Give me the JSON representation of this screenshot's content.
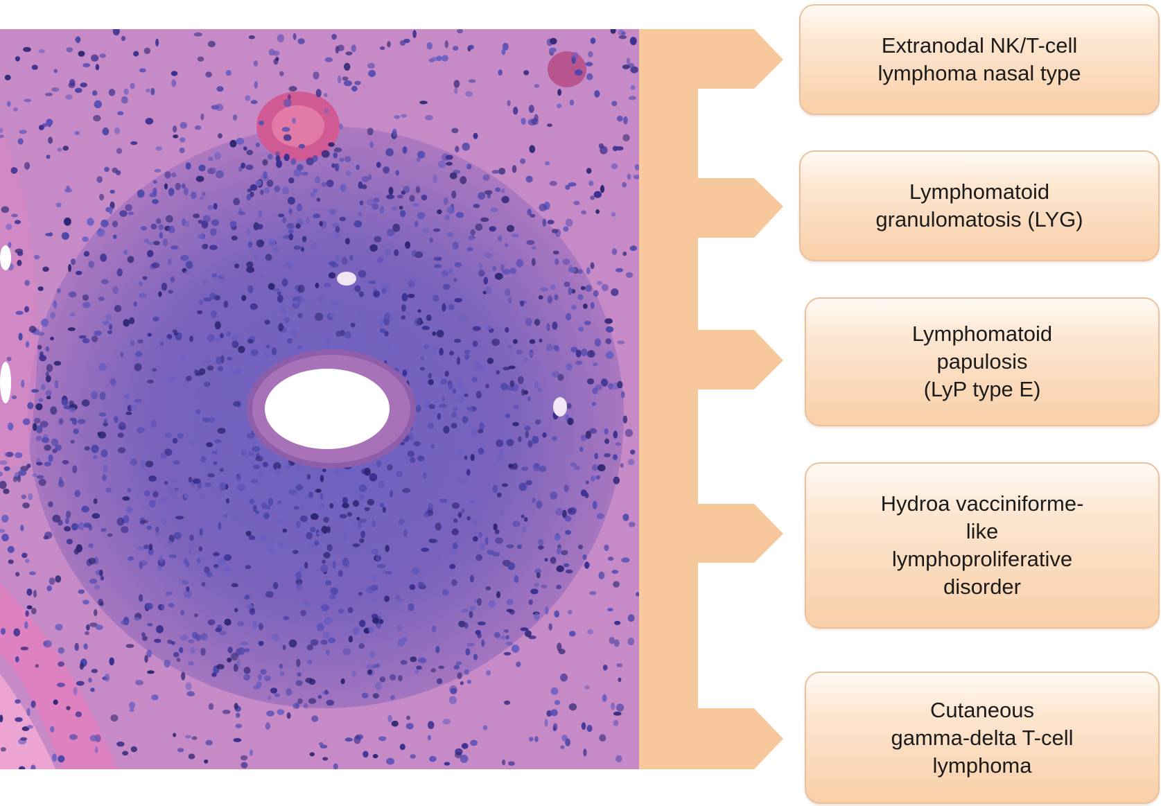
{
  "colors": {
    "connector": "#f6c89c",
    "box_border": "#ecc09a",
    "box_fill_top": "#fffaf4",
    "box_fill_bottom": "#f8cfa8",
    "tissue_pink": "#d58fc9",
    "nucleus_blue": "#4b46a8"
  },
  "image": {
    "description_icon": "histology-micrograph"
  },
  "labels": [
    {
      "text": "Extranodal NK/T-cell\nlymphoma nasal type"
    },
    {
      "text": "Lymphomatoid\ngranulomatosis (LYG)"
    },
    {
      "text": "Lymphomatoid\npapulosis\n(LyP type E)"
    },
    {
      "text": "Hydroa vacciniforme-\nlike\nlymphoproliferative\ndisorder"
    },
    {
      "text": "Cutaneous\ngamma-delta T-cell\nlymphoma"
    }
  ]
}
